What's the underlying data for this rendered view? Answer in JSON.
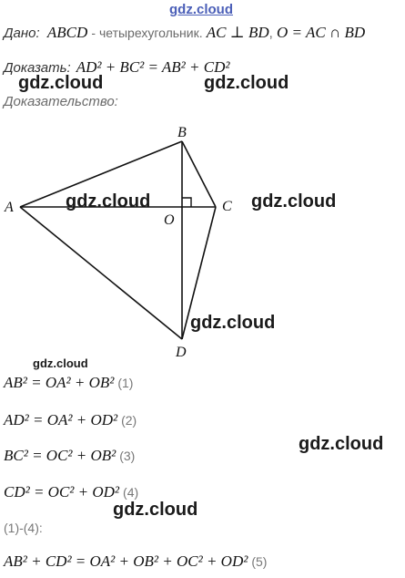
{
  "watermarks": {
    "top": "gdz.cloud",
    "mark": "gdz.cloud"
  },
  "given": {
    "label": "Дано:",
    "quad": "ABCD",
    "mid": "- четырехугольник.",
    "perp": "AC ⊥ BD",
    "sep": ",",
    "intersection": "O = AC ∩ BD"
  },
  "prove": {
    "label": "Доказать:",
    "formula": "AD² + BC² = AB² + CD²"
  },
  "proof": {
    "label": "Доказательство:"
  },
  "figure": {
    "vertices": {
      "A": "A",
      "B": "B",
      "C": "C",
      "D": "D",
      "O": "O"
    }
  },
  "equations": [
    {
      "text": "AB² = OA² + OB²",
      "num": "(1)"
    },
    {
      "text": "AD² = OA² + OD²",
      "num": "(2)"
    },
    {
      "text": "BC² = OC² + OB²",
      "num": "(3)"
    },
    {
      "text": "CD² = OC² + OD²",
      "num": "(4)"
    }
  ],
  "range_note": "(1)-(4):",
  "final": {
    "text": "AB² + CD² = OA² + OB² + OC² + OD²",
    "num": "(5)"
  }
}
